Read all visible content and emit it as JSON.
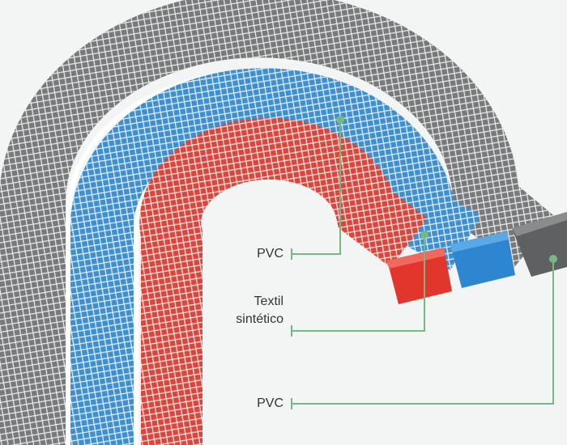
{
  "labels": {
    "pvc_inner": "PVC",
    "textile_line1": "Textil",
    "textile_line2": "sintético",
    "pvc_outer": "PVC"
  },
  "colors": {
    "background": "#f3f4f4",
    "outer_hose": "#6d6e70",
    "middle_hose": "#3e8fd0",
    "inner_hose": "#d8463c",
    "mesh": "#ffffff",
    "leader_line": "#76b883",
    "label_text": "#333333"
  },
  "icons": {
    "marker": "dot-marker-icon",
    "tick": "tick-marker-icon"
  }
}
